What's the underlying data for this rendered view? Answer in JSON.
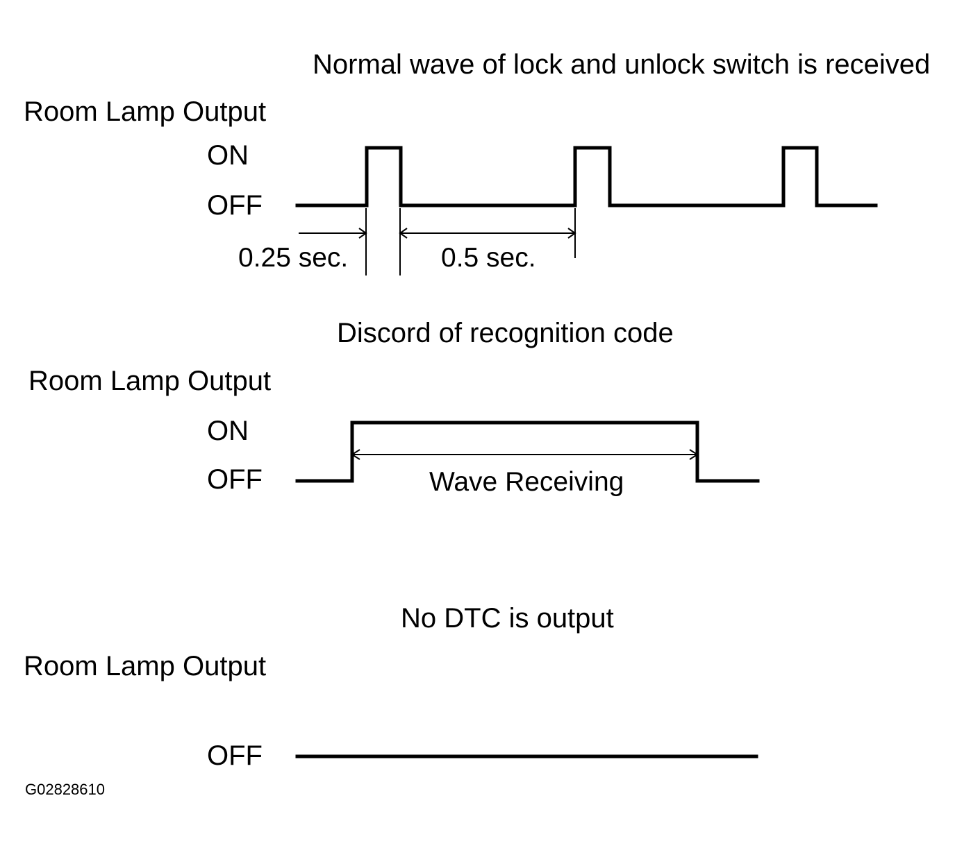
{
  "panels": [
    {
      "caption": "Normal wave of lock and unlock switch is received",
      "signal_label": "Room Lamp Output",
      "level_on": "ON",
      "level_off": "OFF",
      "dimensions": [
        "0.25 sec.",
        "0.5 sec."
      ]
    },
    {
      "caption": "Discord of recognition code",
      "signal_label": "Room Lamp Output",
      "level_on": "ON",
      "level_off": "OFF",
      "span_label": "Wave Receiving"
    },
    {
      "caption": "No DTC is output",
      "signal_label": "Room Lamp Output",
      "level_off": "OFF"
    }
  ],
  "figure_id": "G02828610",
  "colors": {
    "ink": "#000000",
    "background": "#ffffff"
  }
}
